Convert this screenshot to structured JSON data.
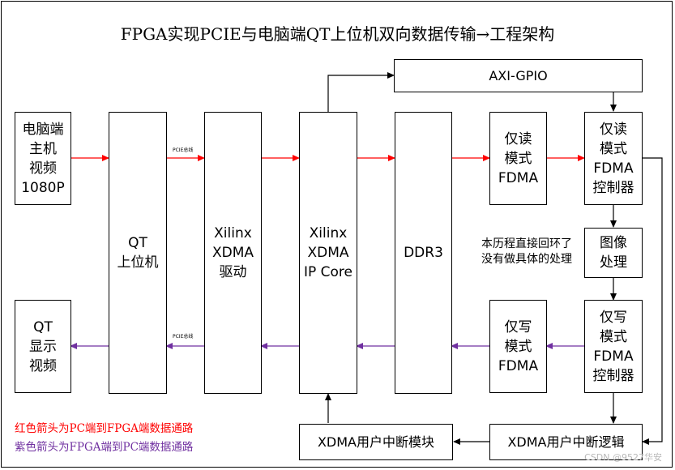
{
  "title": "FPGA实现PCIE与电脑端QT上位机双向数据传输→工程架构",
  "boxes": {
    "pc_video": "电脑端\n主机\n视频\n1080P",
    "qt_app": "QT\n上位机",
    "xilinx_driver": "Xilinx\nXDMA\n驱动",
    "xdma_ip": "Xilinx\nXDMA\nIP Core",
    "ddr3": "DDR3",
    "axi_gpio": "AXI-GPIO",
    "ro_fdma": "仅读\n模式\nFDMA",
    "ro_fdma_ctrl": "仅读\n模式\nFDMA\n控制器",
    "image_proc": "图像\n处理",
    "wo_fdma": "仅写\n模式\nFDMA",
    "wo_fdma_ctrl": "仅写\n模式\nFDMA\n控制器",
    "qt_display": "QT\n显示\n视频",
    "xdma_irq_module": "XDMA用户中断模块",
    "xdma_irq_logic": "XDMA用户中断逻辑"
  },
  "labels": {
    "pcie_bus_top": "PCIE总线",
    "pcie_bus_bottom": "PCIE总线",
    "loop_note": "本历程直接回环了\n没有做具体的处理"
  },
  "legend": {
    "red_text": "红色箭头为PC端到FPGA端数据通路",
    "purple_text": "紫色箭头为FPGA端到PC端数据通路"
  },
  "watermark": "CSDN @9527华安",
  "colors": {
    "red_path": "#ff0000",
    "purple_path": "#7030a0",
    "line": "#000000"
  }
}
